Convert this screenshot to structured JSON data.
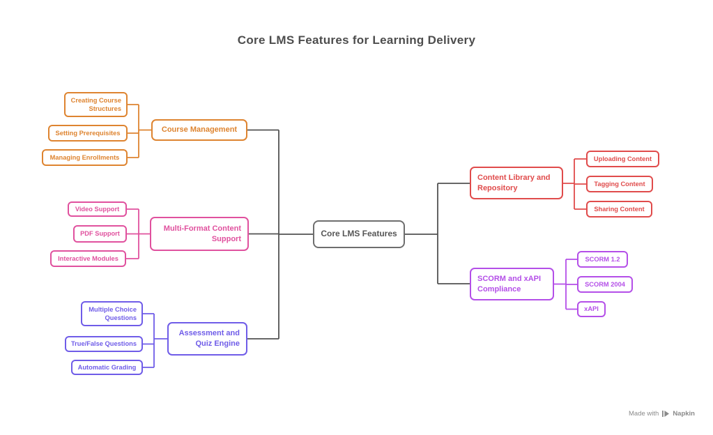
{
  "title": "Core LMS Features for Learning Delivery",
  "center": {
    "label": "Core LMS Features",
    "border_color": "#6e6e6e",
    "text_color": "#565656"
  },
  "colors": {
    "background": "#ffffff",
    "title_text": "#4d4d4d",
    "connector_gray": "#525252",
    "footer_text": "#8a8a8a"
  },
  "branches": [
    {
      "label": "Course Management",
      "color": "#de8430",
      "side": "left",
      "children": [
        {
          "label": "Creating Course Structures",
          "lines": [
            "Creating Course",
            "Structures"
          ]
        },
        {
          "label": "Setting Prerequisites"
        },
        {
          "label": "Managing Enrollments"
        }
      ]
    },
    {
      "label": "Multi-Format Content Support",
      "lines": [
        "Multi-Format Content",
        "Support"
      ],
      "color": "#e0519e",
      "side": "left",
      "children": [
        {
          "label": "Video Support"
        },
        {
          "label": "PDF Support"
        },
        {
          "label": "Interactive Modules"
        }
      ]
    },
    {
      "label": "Assessment and Quiz Engine",
      "lines": [
        "Assessment and",
        "Quiz Engine"
      ],
      "color": "#6f5ce8",
      "side": "left",
      "children": [
        {
          "label": "Multiple Choice Questions",
          "lines": [
            "Multiple Choice",
            "Questions"
          ]
        },
        {
          "label": "True/False Questions"
        },
        {
          "label": "Automatic Grading"
        }
      ]
    },
    {
      "label": "Content Library and Repository",
      "lines": [
        "Content Library and",
        "Repository"
      ],
      "color": "#e04b4b",
      "side": "right",
      "children": [
        {
          "label": "Uploading Content"
        },
        {
          "label": "Tagging Content"
        },
        {
          "label": "Sharing Content"
        }
      ]
    },
    {
      "label": "SCORM and xAPI Compliance",
      "lines": [
        "SCORM and xAPI",
        "Compliance"
      ],
      "color": "#b44fe8",
      "side": "right",
      "children": [
        {
          "label": "SCORM 1.2"
        },
        {
          "label": "SCORM 2004"
        },
        {
          "label": "xAPI"
        }
      ]
    }
  ],
  "footer": {
    "prefix": "Made with",
    "brand": "Napkin"
  }
}
